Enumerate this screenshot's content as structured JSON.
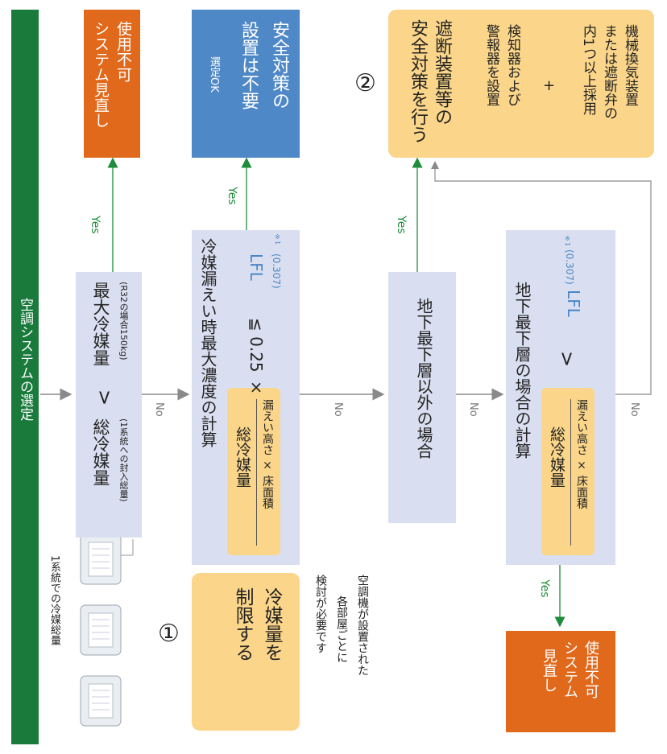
{
  "header": {
    "title": "空調システムの選定"
  },
  "units_caption": "1系統での冷媒総量",
  "total_refrigerant": {
    "title": "総冷媒量",
    "note": "(1系統への封入総量)"
  },
  "max_refrigerant": {
    "title": "最大冷媒量",
    "note": "(R32の場合150kg)"
  },
  "gt_symbol": ">",
  "calc1": {
    "title": "冷媒漏えい時最大濃度の計算",
    "numerator": "総冷媒量",
    "denominator": "漏えい高さ × 床面積",
    "compare": "≦ 0.25 ×",
    "lfl": "LFL",
    "lfl_value": "(0.307)",
    "footnote": "※1"
  },
  "ng_box_top": {
    "line1": "使用不可",
    "line2": "システム見直し"
  },
  "ok_box": {
    "small": "選定OK",
    "line1": "安全対策の",
    "line2": "設置は不要"
  },
  "basement_other": {
    "label": "地下最下層以外の場合"
  },
  "basement_calc": {
    "title": "地下最下層の場合の計算",
    "numerator": "総冷媒量",
    "denominator": "漏えい高さ × 床面積",
    "compare": ">",
    "lfl": "LFL",
    "lfl_value": "(0.307)",
    "footnote": "※1"
  },
  "safety": {
    "number": "②",
    "line1": "遮断装置等の",
    "line2": "安全対策を行う",
    "opt1_a": "検知器および",
    "opt1_b": "警報器を設置",
    "plus": "+",
    "opt2_a": "機械換気装置",
    "opt2_b": "または遮断弁の",
    "opt2_c": "内1つ以上採用"
  },
  "limit": {
    "number": "①",
    "line1": "冷媒量を",
    "line2": "制限する"
  },
  "limit_note": {
    "line1": "空調機が設置された",
    "line2": "各部屋ごとに",
    "line3": "検討が必要です"
  },
  "ng_box_bottom": {
    "line1": "使用不可",
    "line2": "システム",
    "line3": "見直し"
  },
  "labels": {
    "yes": "Yes",
    "no": "No"
  },
  "colors": {
    "green": "#1a7a3c",
    "blue_box": "#d9dff0",
    "yellow": "#fbd68a",
    "orange": "#e0691c",
    "ok_blue": "#4f88c6",
    "lfl_blue": "#4b86c6"
  }
}
